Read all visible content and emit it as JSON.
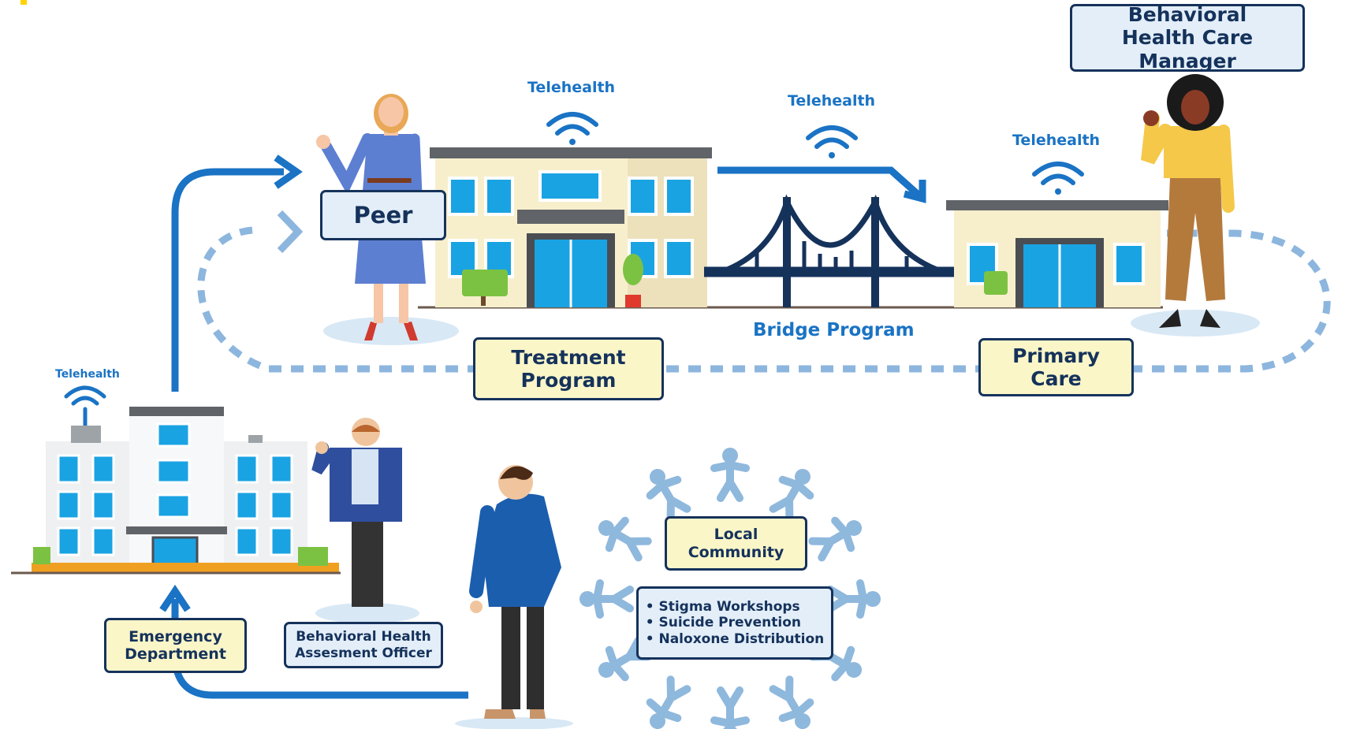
{
  "labels": {
    "telehealth": "Telehealth",
    "bridge_program": "Bridge Program"
  },
  "boxes": {
    "peer": "Peer",
    "treatment_program": "Treatment Program",
    "primary_care": "Primary Care",
    "care_manager": "Behavioral Health Care Manager",
    "emergency_department": "Emergency Department",
    "assessment_officer": "Behavioral Health Assesment Officer",
    "local_community": "Local Community"
  },
  "community_services": [
    "Stigma Workshops",
    "Suicide Prevention",
    "Naloxone Distribution"
  ],
  "colors": {
    "flow_arrow": "#1a73c4",
    "dashed_loop": "#8db6de",
    "box_border": "#15325b",
    "yellow_box": "#fbf6c8",
    "blue_box": "#e3eef9",
    "bridge": "#15325b",
    "building_wall": "#f7efcc",
    "window": "#1aa3e3",
    "community_people": "#8fb8dd"
  }
}
